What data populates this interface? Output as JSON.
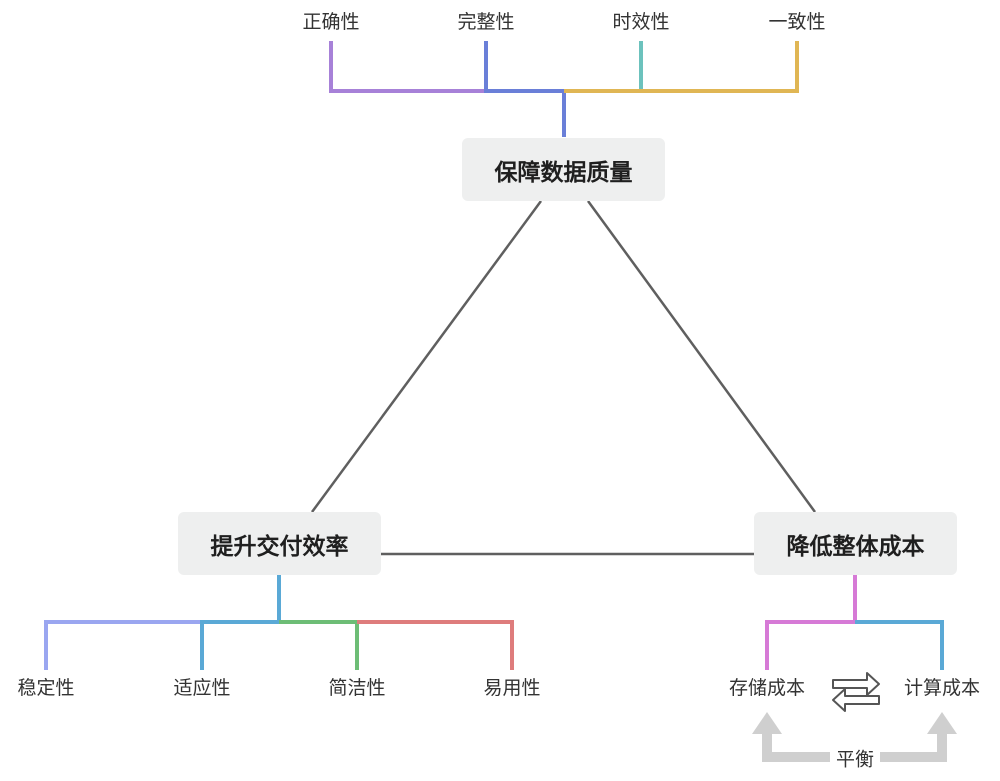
{
  "colors": {
    "triangle": "#5f5f5f",
    "quality_branches": [
      "#a781d8",
      "#6a7fd8",
      "#6cc2bd",
      "#e0b654"
    ],
    "quality_stem": "#6a7fd8",
    "efficiency_branches": [
      "#9aa6f0",
      "#5aa9d6",
      "#6dbd76",
      "#de7c7c"
    ],
    "efficiency_stem": "#5aa9d6",
    "cost_branches": [
      "#d67ad6",
      "#5aa9d6"
    ],
    "cost_stem": "#d67ad6",
    "balance_arrow": "#cfcfcf"
  },
  "nodes": {
    "quality": "保障数据质量",
    "efficiency": "提升交付效率",
    "cost": "降低整体成本"
  },
  "quality_leaves": [
    "正确性",
    "完整性",
    "时效性",
    "一致性"
  ],
  "efficiency_leaves": [
    "稳定性",
    "适应性",
    "简洁性",
    "易用性"
  ],
  "cost_leaves": [
    "存储成本",
    "计算成本"
  ],
  "balance": {
    "label": "平衡",
    "exchange_icon": "exchange-arrows-icon"
  }
}
